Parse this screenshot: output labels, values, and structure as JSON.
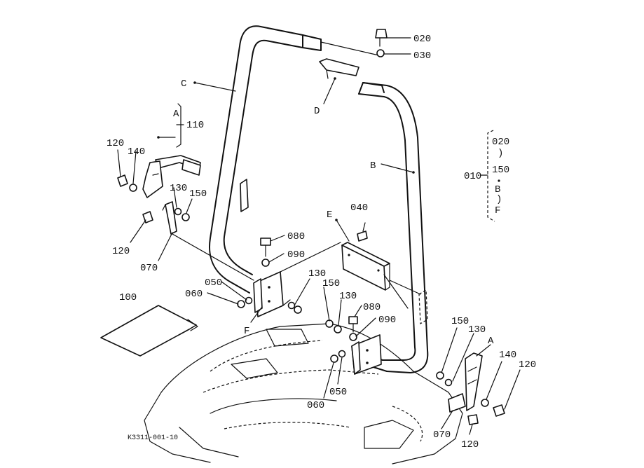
{
  "diagram_id": "K3311-001-10",
  "letters": {
    "A_top": "A",
    "A_right": "A",
    "B": "B",
    "C": "C",
    "D": "D",
    "E": "E",
    "F": "F"
  },
  "parts": {
    "p020": "020",
    "p030": "030",
    "p040": "040",
    "p050_left": "050",
    "p050_right": "050",
    "p060_left": "060",
    "p060_right": "060",
    "p070_left": "070",
    "p070_right": "070",
    "p080_left": "080",
    "p080_right": "080",
    "p090_left": "090",
    "p090_right": "090",
    "p100": "100",
    "p110": "110",
    "p120_a": "120",
    "p120_b": "120",
    "p120_c": "120",
    "p120_d": "120",
    "p130_a": "130",
    "p130_b": "130",
    "p130_c": "130",
    "p130_d": "130",
    "p140_left": "140",
    "p140_right": "140",
    "p150_a": "150",
    "p150_b": "150",
    "p150_c": "150"
  },
  "assembly_legend": {
    "id": "010",
    "items": [
      "020",
      "150",
      "B",
      "F"
    ]
  }
}
